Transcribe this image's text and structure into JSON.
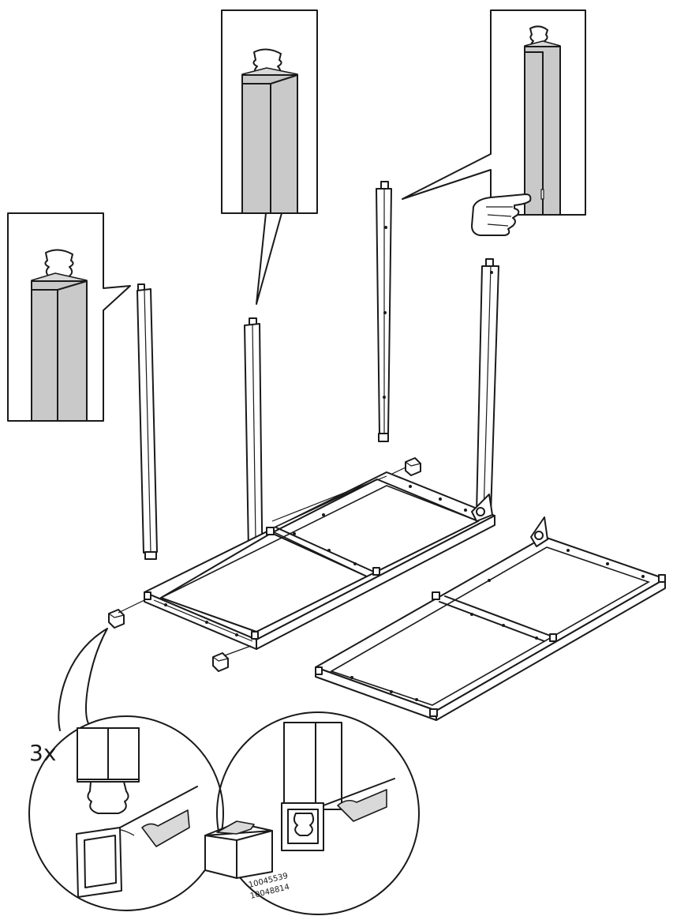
{
  "quantity": "3x",
  "part_numbers": [
    "10045539",
    "10048814"
  ],
  "colors": {
    "line": "#1a1a1a",
    "tube_fill": "#c9c9c9",
    "background": "#ffffff"
  },
  "icons": [
    "pointing-hand-icon"
  ]
}
